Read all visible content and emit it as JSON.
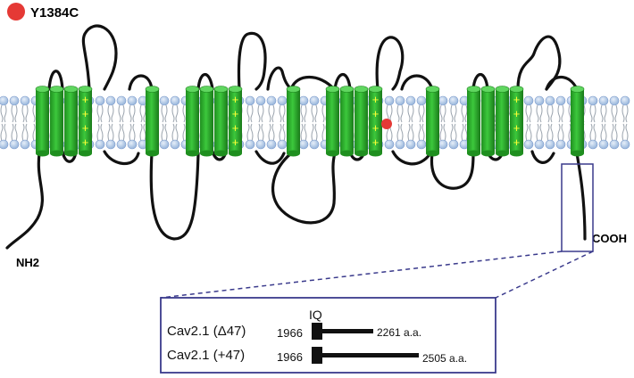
{
  "legend": {
    "mutation_label": "Y1384C",
    "marker_color": "#e53935"
  },
  "channel": {
    "n_terminus_label": "NH2",
    "c_terminus_label": "COOH",
    "helix_color": "#2eae2e",
    "helix_dark": "#1a7d1a",
    "charge_symbol": "+",
    "charge_color": "#ffff33",
    "lipid_head_color": "#a9c4e4"
  },
  "inset": {
    "iq_label": "IQ",
    "rows": [
      {
        "name": "Cav2.1 (Δ47)",
        "start": "1966",
        "end": "2261 a.a."
      },
      {
        "name": "Cav2.1 (+47)",
        "start": "1966",
        "end": "2505 a.a."
      }
    ],
    "border_color": "#3a3a8c"
  }
}
